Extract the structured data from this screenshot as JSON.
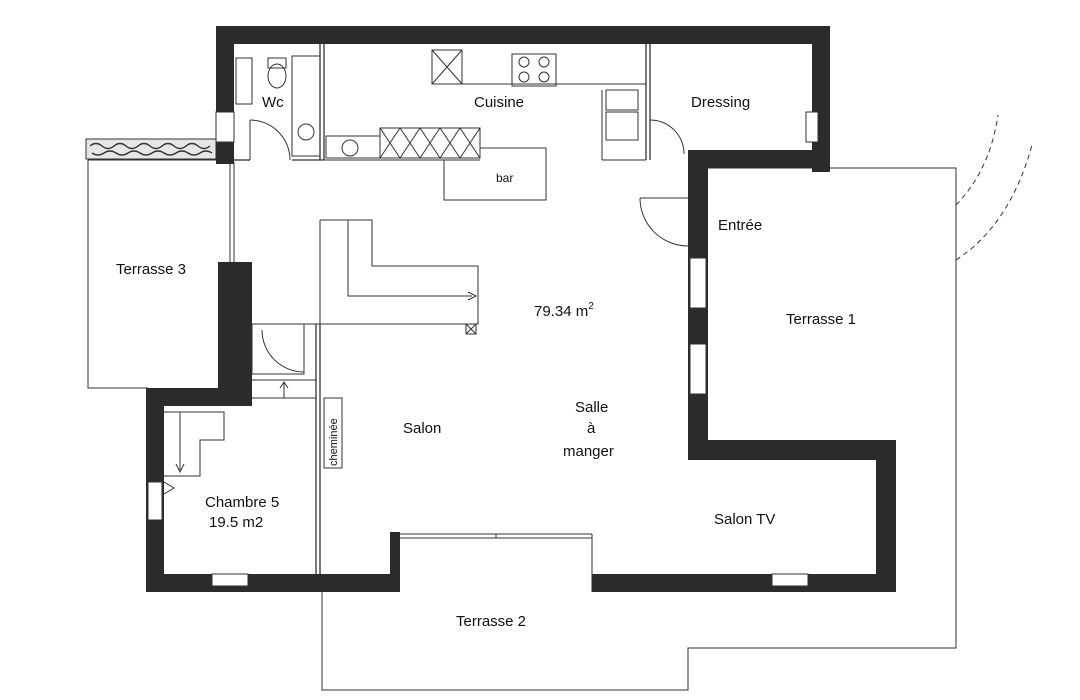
{
  "plan": {
    "rooms": {
      "wc": "Wc",
      "cuisine": "Cuisine",
      "dressing": "Dressing",
      "bar": "bar",
      "entree": "Entrée",
      "terrasse3": "Terrasse 3",
      "terrasse1": "Terrasse 1",
      "main_area_value": "79.34 m",
      "main_area_sup": "2",
      "salon": "Salon",
      "salle_line1": "Salle",
      "salle_line2": "à",
      "salle_line3": "manger",
      "cheminee": "cheminée",
      "chambre5_name": "Chambre 5",
      "chambre5_area": "19.5 m2",
      "salon_tv": "Salon TV",
      "terrasse2": "Terrasse 2"
    }
  }
}
